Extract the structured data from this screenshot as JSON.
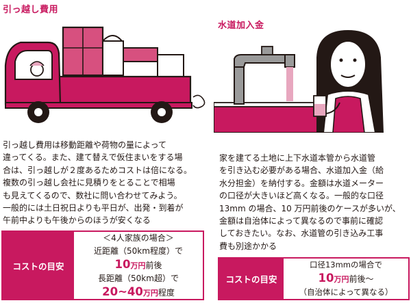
{
  "moving": {
    "title": "引っ越し費用",
    "body_lines": [
      "引っ越し費用は移動距離や荷物の量によって",
      "違ってくる。また、建て替えで仮住まいをする場",
      "合は、引っ越しが２度あるためコストは倍になる。",
      "複数の引っ越し会社に見積りをとることで相場",
      "も見えてくるので、数社に問い合わせてみよう。",
      "一般的には土日祝日よりも平日が、出発・到着が",
      "午前中よりも午後からのほうが安くなる"
    ],
    "cost_label": "コストの目安",
    "cost": {
      "case": "＜4人家族の場合＞",
      "near_prefix": "近距離（50km程度）で",
      "near_amount": "10",
      "near_unit": "万円",
      "near_suffix": "前後",
      "far_prefix": "長距離（50km超）で",
      "far_amount": "20~40",
      "far_unit": "万円",
      "far_suffix": "程度"
    }
  },
  "water": {
    "title": "水道加入金",
    "body_lines": [
      "家を建てる土地に上下水道本管から水道管",
      "を引き込む必要がある場合、水道加入金（給",
      "水分担金）を納付する。金額は水道メーター",
      "の口径が大きいほど高くなる。一般的な口径",
      "13mm の場合、10 万円前後のケースが多いが、",
      "金額は自治体によって異なるので事前に確認",
      "しておきたい。なお、水道管の引き込み工事",
      "費も別途かかる"
    ],
    "cost_label": "コストの目安",
    "cost": {
      "line1": "口径13mmの場合で",
      "amount": "10",
      "unit": "万円",
      "suffix": "前後～",
      "note": "（自治体によって異なる）"
    }
  },
  "colors": {
    "accent": "#c8195f",
    "ink": "#231815",
    "light_pink": "#e8a7bf"
  }
}
